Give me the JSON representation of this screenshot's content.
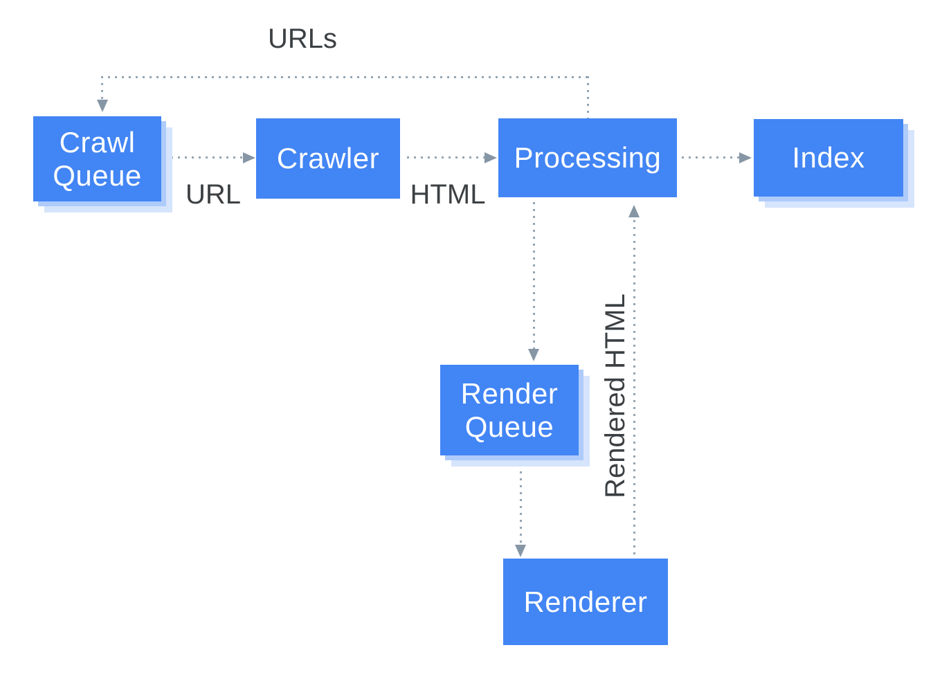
{
  "diagram": {
    "name": "crawl-render-index-pipeline",
    "background": "#ffffff"
  },
  "colors": {
    "node_fill": "#4285f4",
    "node_text": "#ffffff",
    "shadow_inner": "#aecbfa",
    "shadow_outer": "#d6e4fc",
    "label_text": "#3c4043",
    "dotted_line": "#93a5b3",
    "arrowhead": "#8696a5"
  },
  "line_style": "dotted",
  "nodes": [
    {
      "id": "crawl-queue",
      "label": "Crawl Queue",
      "lines": [
        "Crawl",
        "Queue"
      ],
      "stacked_shadow": true
    },
    {
      "id": "crawler",
      "label": "Crawler",
      "lines": [
        "Crawler"
      ],
      "stacked_shadow": false
    },
    {
      "id": "processing",
      "label": "Processing",
      "lines": [
        "Processing"
      ],
      "stacked_shadow": false
    },
    {
      "id": "index",
      "label": "Index",
      "lines": [
        "Index"
      ],
      "stacked_shadow": true
    },
    {
      "id": "render-queue",
      "label": "Render Queue",
      "lines": [
        "Render",
        "Queue"
      ],
      "stacked_shadow": true
    },
    {
      "id": "renderer",
      "label": "Renderer",
      "lines": [
        "Renderer"
      ],
      "stacked_shadow": false
    }
  ],
  "edges": [
    {
      "from": "processing",
      "to": "crawl-queue",
      "label": "URLs"
    },
    {
      "from": "crawl-queue",
      "to": "crawler",
      "label": "URL"
    },
    {
      "from": "crawler",
      "to": "processing",
      "label": "HTML"
    },
    {
      "from": "processing",
      "to": "index",
      "label": ""
    },
    {
      "from": "processing",
      "to": "render-queue",
      "label": ""
    },
    {
      "from": "render-queue",
      "to": "renderer",
      "label": ""
    },
    {
      "from": "renderer",
      "to": "processing",
      "label": "Rendered HTML"
    }
  ]
}
